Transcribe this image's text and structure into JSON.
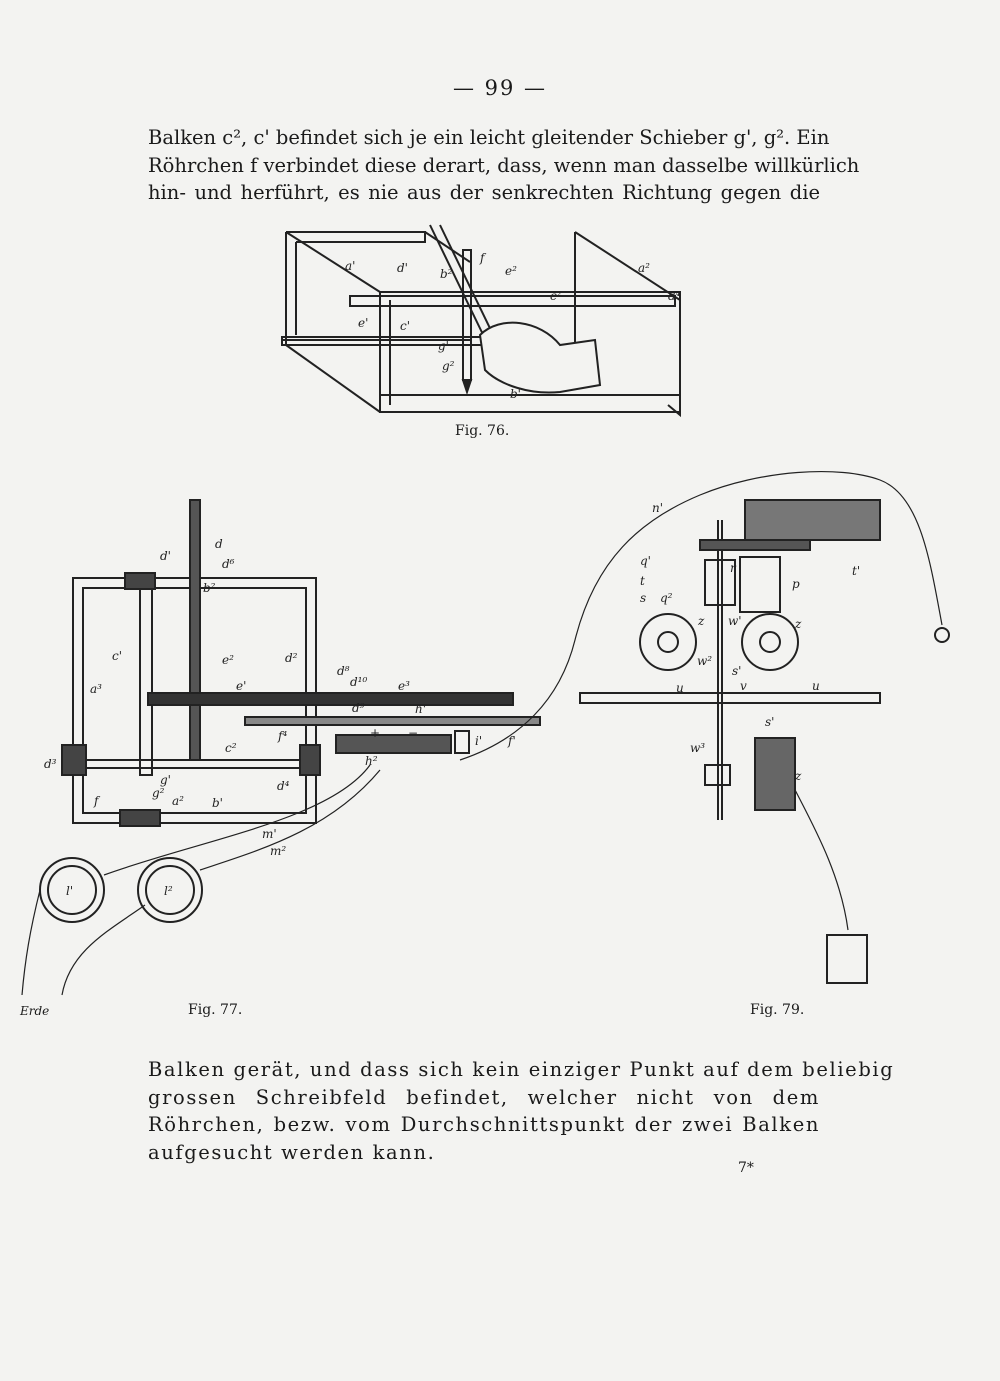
{
  "page": {
    "number": "— 99 —",
    "signature_mark": "7*"
  },
  "text_top": {
    "lines": [
      "Balken c², c' befindet sich je ein leicht gleitender Schieber g', g². Ein",
      "Röhrchen f verbindet diese derart, dass, wenn man dasselbe willkürlich",
      "hin- und herführt, es nie aus der senkrechten Richtung gegen die"
    ]
  },
  "text_bottom": {
    "lines": [
      "Balken gerät, und dass sich kein einziger Punkt auf dem beliebig",
      "grossen Schreibfeld befindet, welcher nicht von dem",
      "Röhrchen, bezw. vom Durchschnittspunkt der zwei Balken",
      "aufgesucht werden kann."
    ]
  },
  "figures": {
    "fig76": {
      "caption": "Fig. 76.",
      "labels": [
        "a'",
        "d'",
        "b²",
        "f",
        "e²",
        "a²",
        "d⁴",
        "c²",
        "e'",
        "c'",
        "g'",
        "g²",
        "b'"
      ]
    },
    "fig77": {
      "caption": "Fig. 77.",
      "ground_label": "Erde",
      "labels": [
        "d",
        "d'",
        "d⁶",
        "b²",
        "c'",
        "e²",
        "d²",
        "a³",
        "e'",
        "d⁸",
        "d¹⁰",
        "e³",
        "d⁹",
        "h'",
        "+",
        "−",
        "i'",
        "f'",
        "h²",
        "d³",
        "c²",
        "f⁴",
        "g'",
        "f",
        "g²",
        "d⁴",
        "a²",
        "b'",
        "m'",
        "m²",
        "l'",
        "l²"
      ]
    },
    "fig79": {
      "caption": "Fig. 79.",
      "labels": [
        "n'",
        "q'",
        "r",
        "t",
        "s",
        "q²",
        "p",
        "t'",
        "z",
        "w'",
        "z",
        "w²",
        "s'",
        "u",
        "v",
        "u",
        "s'",
        "w³",
        "z"
      ]
    }
  }
}
